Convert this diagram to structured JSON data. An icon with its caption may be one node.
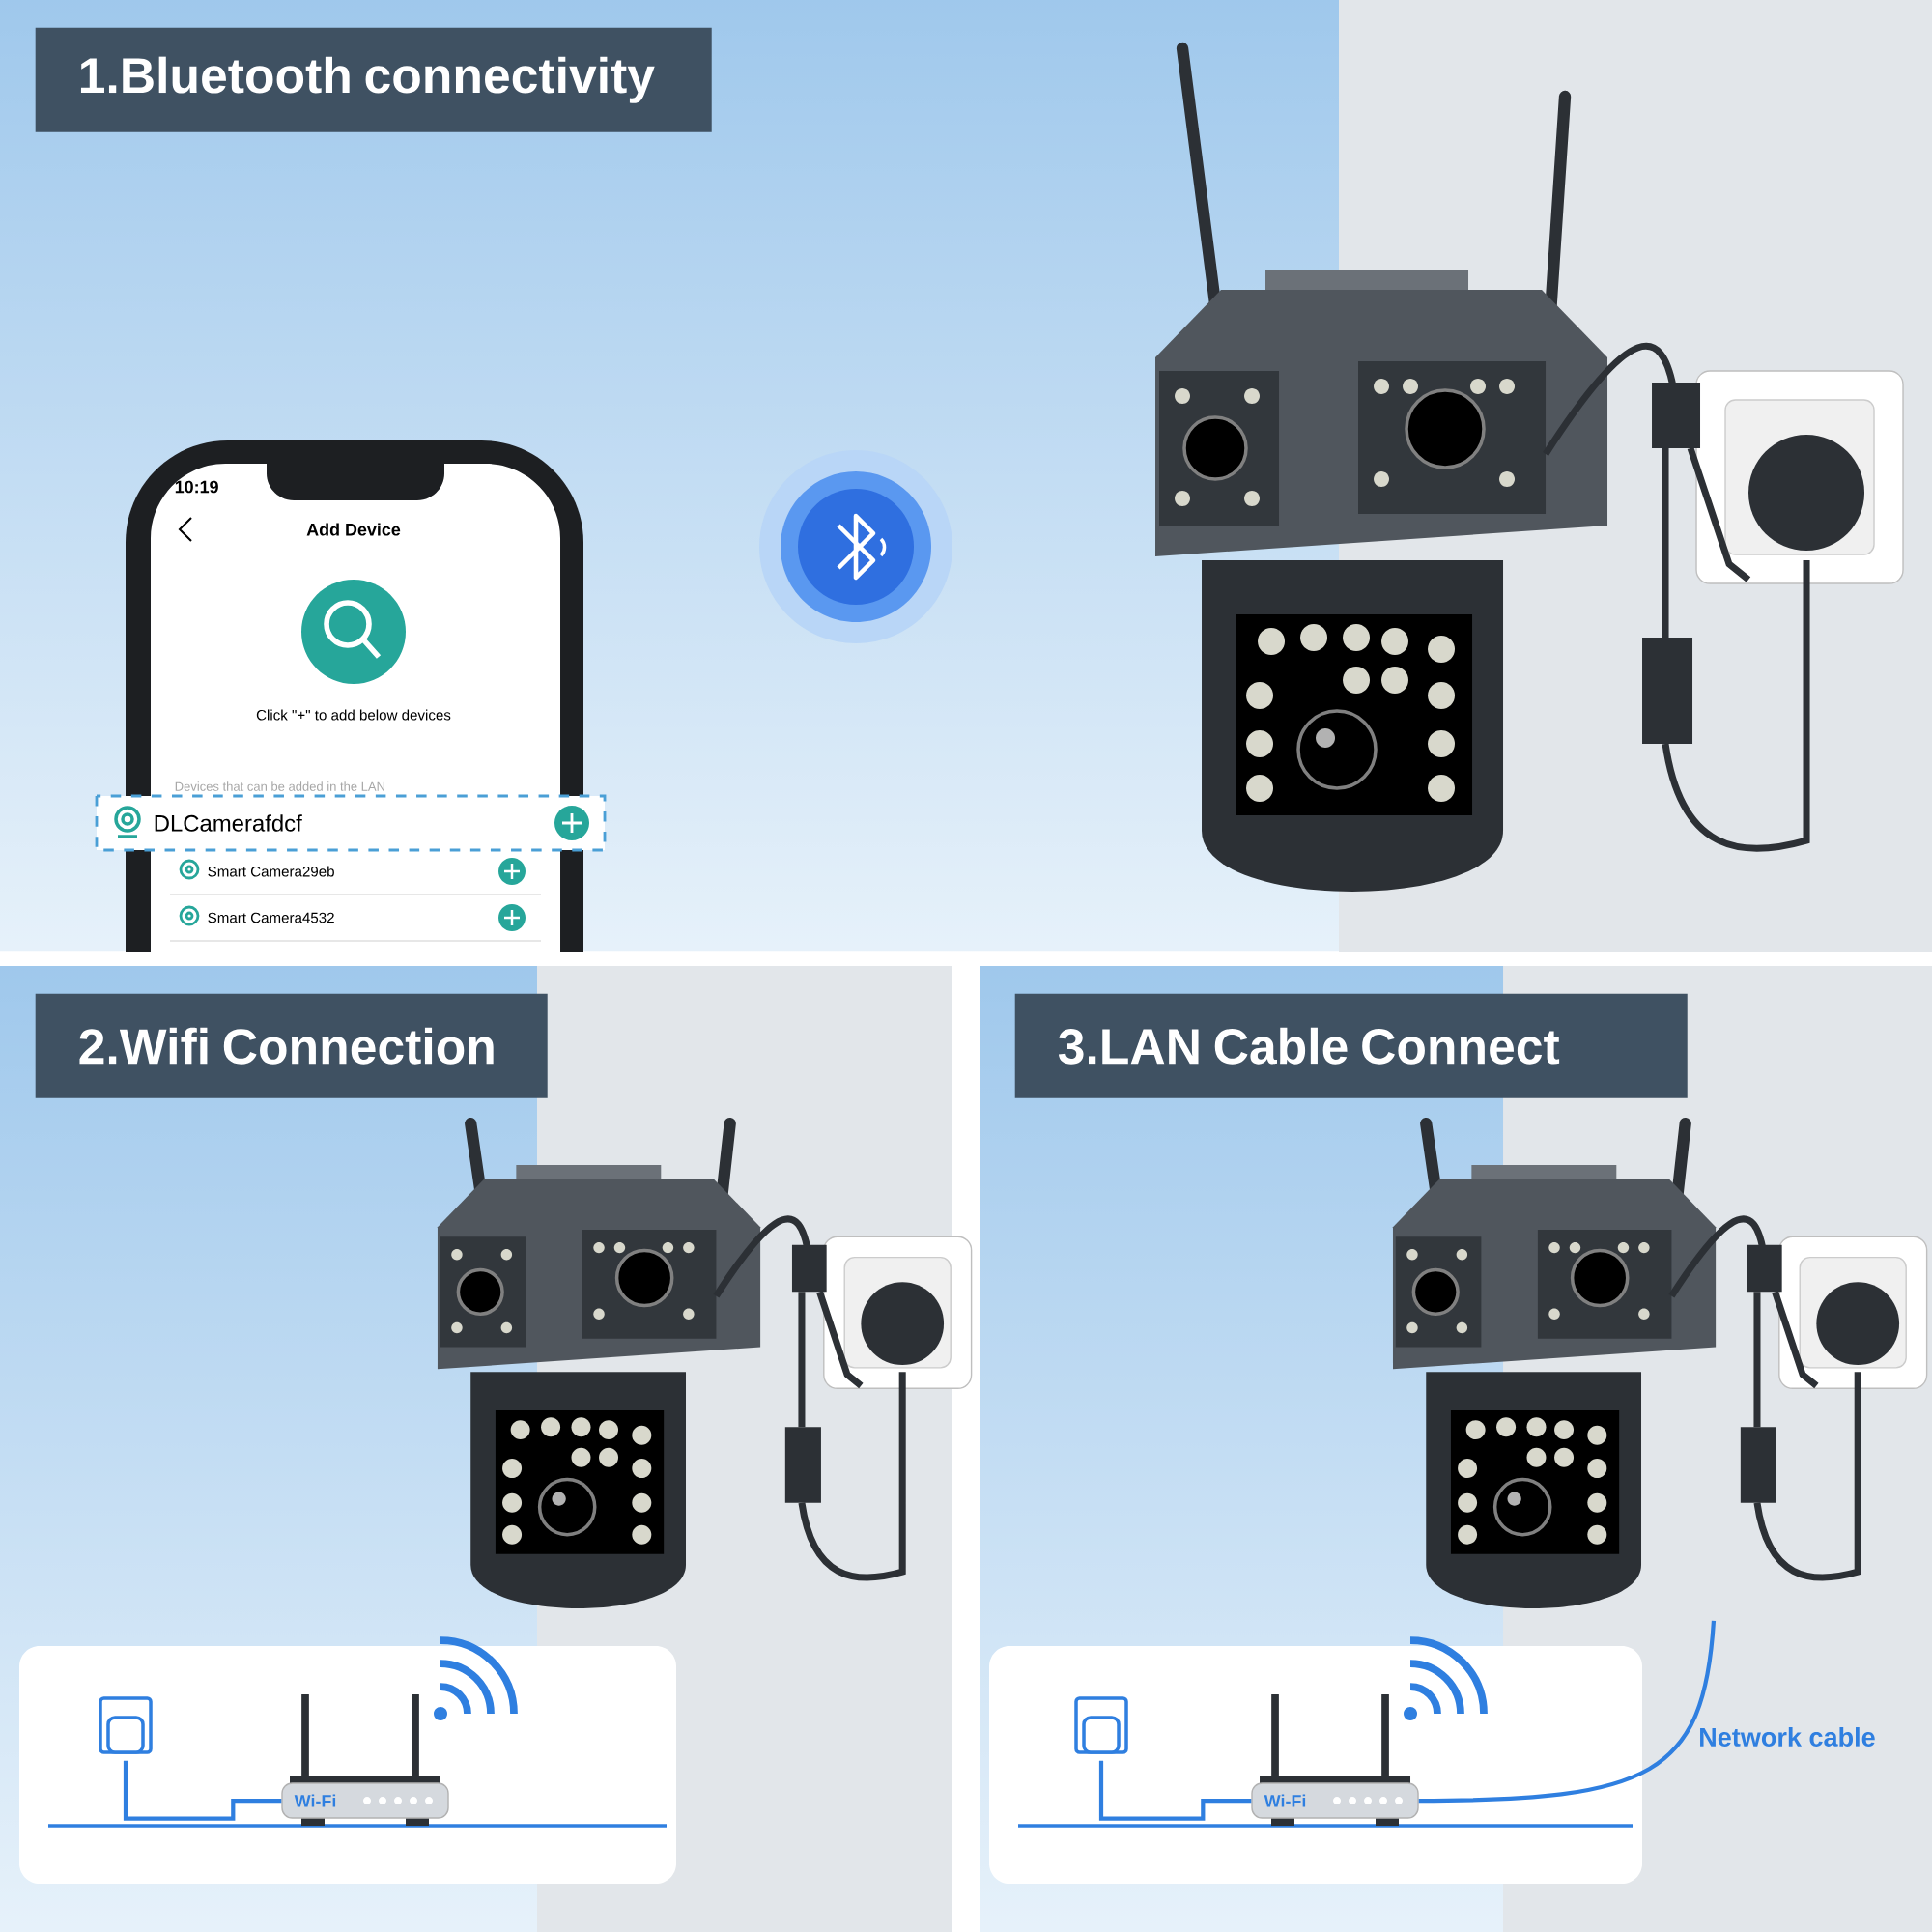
{
  "diagram": {
    "nodes": [
      {
        "text": [
          "1.Bluetooth connectivity"
        ]
      },
      {
        "text": [
          "10:19",
          "Add Device",
          "Click \"+\" to add below devices",
          "Devices that can be added in the LAN",
          "DLCamerafdcf",
          "Smart Camera29eb",
          "Smart Camera4532"
        ],
        "in": 0
      },
      {
        "text": [],
        "shape": "picture",
        "in": 0
      },
      {
        "text": [
          "2.Wifi Connection"
        ]
      },
      {
        "text": [],
        "shape": "picture",
        "in": 3
      },
      {
        "text": [
          "Wi-Fi"
        ],
        "in": 3
      },
      {
        "text": [],
        "shape": "picture",
        "in": 3
      },
      {
        "text": [
          "3.LAN Cable Connect"
        ]
      },
      {
        "text": [],
        "shape": "picture",
        "in": 7
      },
      {
        "text": [
          "Wi-Fi"
        ],
        "in": 7
      },
      {
        "text": [],
        "shape": "picture",
        "in": 7
      }
    ],
    "edges": [
      {
        "from": 6,
        "to": 5,
        "arrow": "none"
      },
      {
        "from": 10,
        "to": 9,
        "arrow": "none"
      },
      {
        "from": 9,
        "to": 8,
        "arrow": "none",
        "label": "Network cable"
      }
    ]
  }
}
